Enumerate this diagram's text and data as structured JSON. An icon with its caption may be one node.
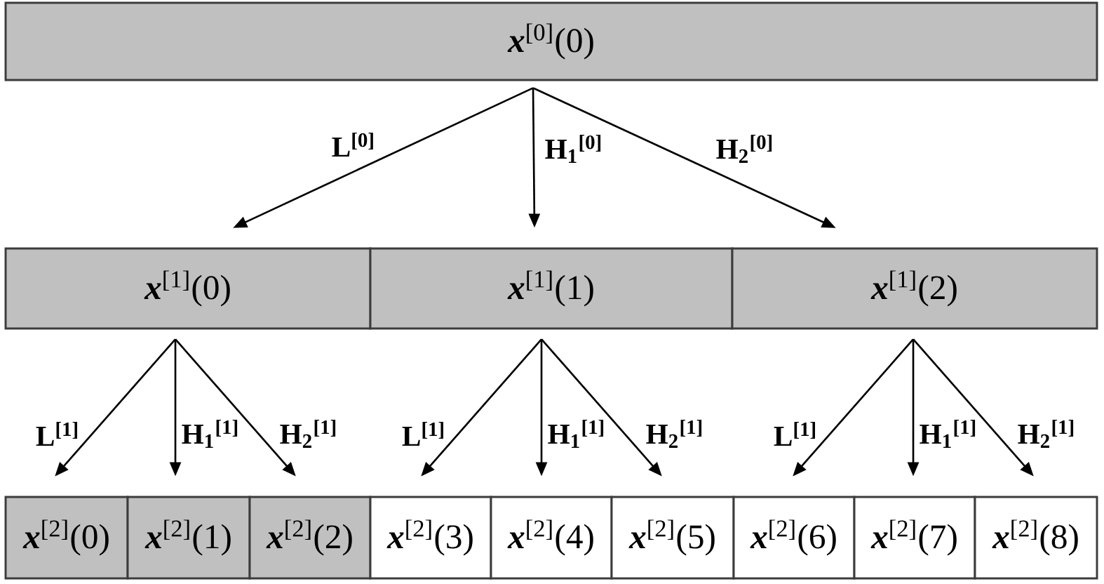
{
  "diagram": {
    "nodes": [
      {
        "text": [
          "*x*$^{[0]}$(0)"
        ]
      },
      {
        "text": [
          "*x*$^{[1]}$(0)"
        ]
      },
      {
        "text": [
          "*x*$^{[1]}$(1)"
        ]
      },
      {
        "text": [
          "*x*$^{[1]}$(2)"
        ]
      },
      {
        "text": [
          "*x*$^{[2]}$(0)"
        ]
      },
      {
        "text": [
          "*x*$^{[2]}$(1)"
        ]
      },
      {
        "text": [
          "*x*$^{[2]}$(2)"
        ]
      },
      {
        "text": [
          "*x*$^{[2]}$(3)"
        ]
      },
      {
        "text": [
          "*x*$^{[2]}$(4)"
        ]
      },
      {
        "text": [
          "*x*$^{[2]}$(5)"
        ]
      },
      {
        "text": [
          "*x*$^{[2]}$(6)"
        ]
      },
      {
        "text": [
          "*x*$^{[2]}$(7)"
        ]
      },
      {
        "text": [
          "*x*$^{[2]}$(8)"
        ]
      }
    ],
    "edges": [
      {
        "from": 0,
        "to": 1,
        "arrow": "to",
        "label": "L$^{[0]}$"
      },
      {
        "from": 0,
        "to": 2,
        "arrow": "to",
        "label": "H$_{1}$$^{[0]}$"
      },
      {
        "from": 0,
        "to": 3,
        "arrow": "to",
        "label": "H$_{2}$$^{[0]}$"
      },
      {
        "from": 1,
        "to": 4,
        "arrow": "to",
        "label": "L$^{[1]}$"
      },
      {
        "from": 1,
        "to": 5,
        "arrow": "to",
        "label": "H$_{1}$$^{[1]}$"
      },
      {
        "from": 1,
        "to": 6,
        "arrow": "to",
        "label": "H$_{2}$$^{[1]}$"
      },
      {
        "from": 2,
        "to": 7,
        "arrow": "to",
        "label": "L$^{[1]}$"
      },
      {
        "from": 2,
        "to": 8,
        "arrow": "to",
        "label": "H$_{1}$$^{[1]}$"
      },
      {
        "from": 2,
        "to": 9,
        "arrow": "to",
        "label": "H$_{2}$$^{[1]}$"
      },
      {
        "from": 3,
        "to": 10,
        "arrow": "to",
        "label": "L$^{[1]}$"
      },
      {
        "from": 3,
        "to": 11,
        "arrow": "to",
        "label": "H$_{1}$$^{[1]}$"
      },
      {
        "from": 3,
        "to": 12,
        "arrow": "to",
        "label": "H$_{2}$$^{[1]}$"
      }
    ]
  }
}
